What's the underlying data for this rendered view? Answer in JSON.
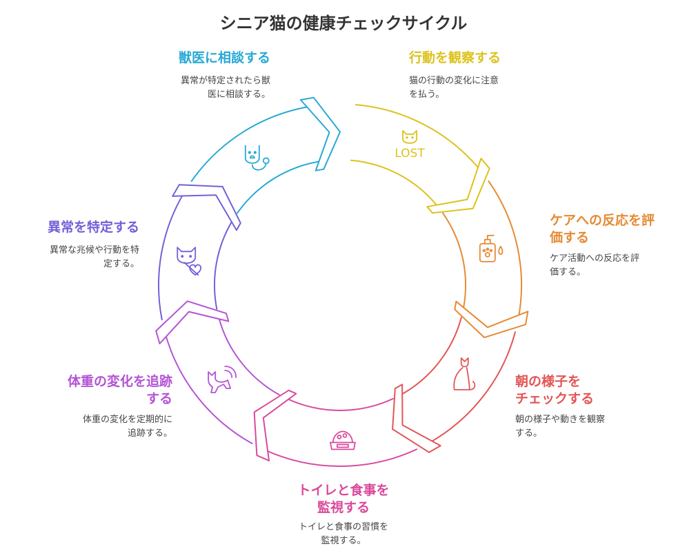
{
  "title": "シニア猫の健康チェックサイクル",
  "steps": [
    {
      "id": "observe",
      "title": "行動を観察する",
      "desc": "猫の行動の変化に注意\nを払う。",
      "color": "#DDC21D",
      "icon": "lost-cat-icon",
      "icon_text": "LOST"
    },
    {
      "id": "evaluate",
      "title": "ケアへの反応を評\n価する",
      "desc": "ケア活動への反応を評\n価する。",
      "color": "#E58A33",
      "icon": "paw-soap-bottle-icon"
    },
    {
      "id": "morning",
      "title": "朝の様子を\nチェックする",
      "desc": "朝の様子や動きを観察\nする。",
      "color": "#E25556",
      "icon": "sitting-cat-icon"
    },
    {
      "id": "toilet",
      "title": "トイレと食事を\n監視する",
      "desc": "トイレと食事の習慣を\n監視する。",
      "color": "#D9499C",
      "icon": "food-bowl-icon"
    },
    {
      "id": "weight",
      "title": "体重の変化を追跡\nする",
      "desc": "体重の変化を定期的に\n追跡する。",
      "color": "#B453D6",
      "icon": "cat-signal-icon"
    },
    {
      "id": "identify",
      "title": "異常を特定する",
      "desc": "異常な兆候や行動を特\n定する。",
      "color": "#7360D8",
      "icon": "cat-heart-icon"
    },
    {
      "id": "vet",
      "title": "獣医に相談する",
      "desc": "異常が特定されたら獣\n医に相談する。",
      "color": "#27A9D4",
      "icon": "vet-stethoscope-icon"
    }
  ]
}
